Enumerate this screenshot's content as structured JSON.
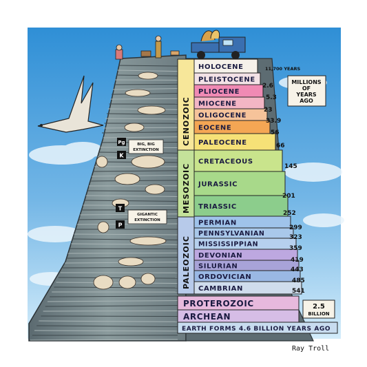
{
  "artist": "Ray Troll",
  "eras": {
    "cenozoic": "CENOZOIC",
    "mesozoic": "MESOZOIC",
    "paleozoic": "PALEOZOIC"
  },
  "periods": [
    {
      "name": "HOLOCENE",
      "color": "#f6f1ea"
    },
    {
      "name": "PLEISTOCENE",
      "color": "#f3e2e6"
    },
    {
      "name": "PLIOCENE",
      "color": "#f08ab4"
    },
    {
      "name": "MIOCENE",
      "color": "#f3b6c5"
    },
    {
      "name": "OLIGOCENE",
      "color": "#f6c39a"
    },
    {
      "name": "EOCENE",
      "color": "#f4a654"
    },
    {
      "name": "PALEOCENE",
      "color": "#f6e177"
    },
    {
      "name": "CRETACEOUS",
      "color": "#c9e48c"
    },
    {
      "name": "JURASSIC",
      "color": "#a8d98a"
    },
    {
      "name": "TRIASSIC",
      "color": "#8ccd8c"
    },
    {
      "name": "PERMIAN",
      "color": "#9fc3ea"
    },
    {
      "name": "PENNSYLVANIAN",
      "color": "#a9c8ea"
    },
    {
      "name": "MISSISSIPPIAN",
      "color": "#b6d0ee"
    },
    {
      "name": "DEVONIAN",
      "color": "#bda8e0"
    },
    {
      "name": "SILURIAN",
      "color": "#a8a3d8"
    },
    {
      "name": "ORDOVICIAN",
      "color": "#9ab8e4"
    },
    {
      "name": "CAMBRIAN",
      "color": "#cfdcec"
    },
    {
      "name": "PROTEROZOIC",
      "color": "#e7b9dd"
    },
    {
      "name": "ARCHEAN",
      "color": "#d6bde6"
    }
  ],
  "earth_forms": "EARTH FORMS 4.6 BILLION YEARS AGO",
  "ages": {
    "holocene": "11,700 YEARS",
    "a1": "2.6",
    "a2": "5.3",
    "a3": "23",
    "a4": "33.9",
    "a5": "56",
    "a6": "66",
    "a7": "145",
    "a8": "201",
    "a9": "252",
    "a10": "299",
    "a11": "323",
    "a12": "359",
    "a13": "419",
    "a14": "443",
    "a15": "485",
    "a16": "541"
  },
  "millions_note": {
    "line1": "MILLIONS",
    "line2": "OF",
    "line3": "YEARS",
    "line4": "AGO"
  },
  "billion_note": {
    "line1": "2.5",
    "line2": "BILLION"
  },
  "extinctions": {
    "big_badge_pg": "Pg",
    "big_badge_k": "K",
    "big_line1": "BIG, BIG",
    "big_line2": "EXTINCTION",
    "gig_badge_t": "T",
    "gig_badge_p": "P",
    "gig_line1": "GIGANTIC",
    "gig_line2": "EXTINCTION"
  },
  "colors": {
    "sky_top": "#2f8fd6",
    "sky_bottom": "#cfe8f8",
    "rock_dark": "#4e5a60",
    "rock_mid": "#7c8b8f",
    "border": "#ffffff"
  }
}
